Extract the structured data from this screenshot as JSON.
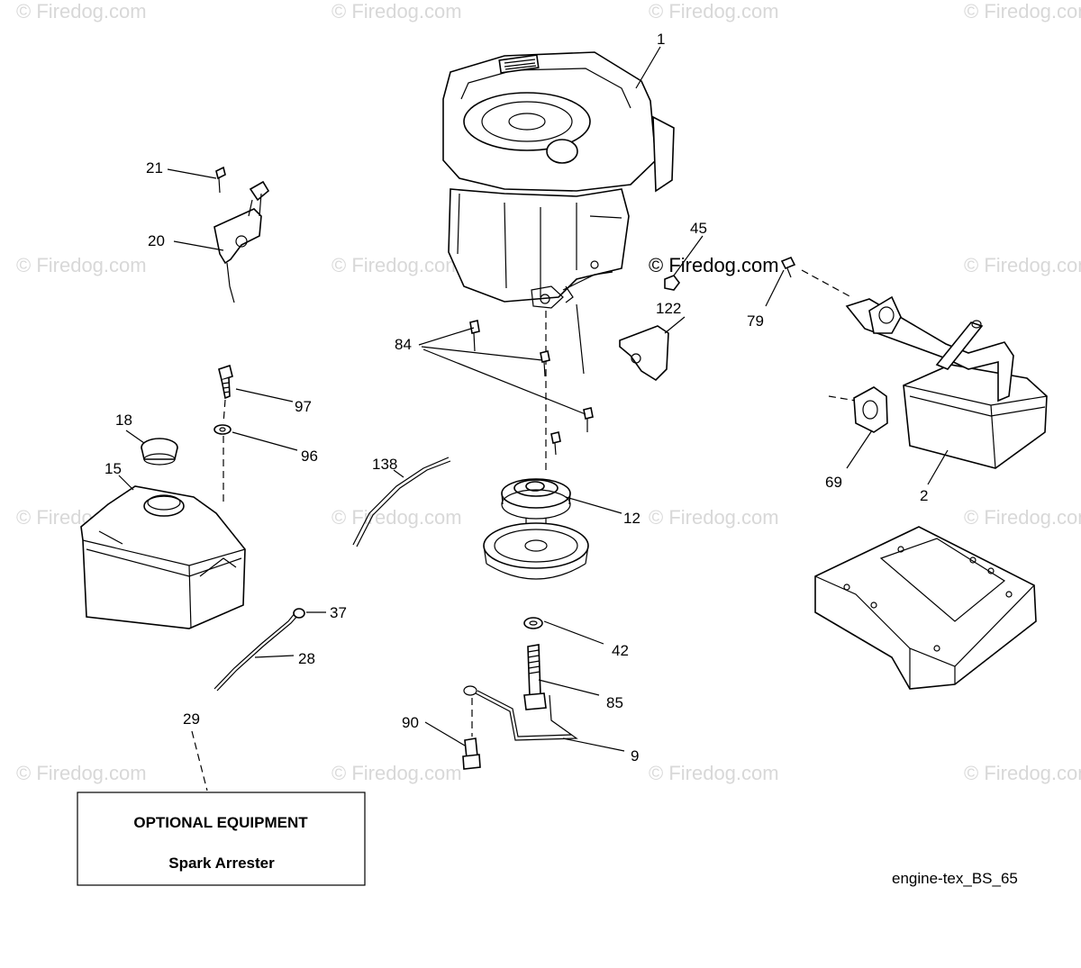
{
  "callouts": [
    {
      "id": "1",
      "text": "1"
    },
    {
      "id": "2",
      "text": "2"
    },
    {
      "id": "9",
      "text": "9"
    },
    {
      "id": "12",
      "text": "12"
    },
    {
      "id": "15",
      "text": "15"
    },
    {
      "id": "18",
      "text": "18"
    },
    {
      "id": "20",
      "text": "20"
    },
    {
      "id": "21",
      "text": "21"
    },
    {
      "id": "28",
      "text": "28"
    },
    {
      "id": "29",
      "text": "29"
    },
    {
      "id": "37",
      "text": "37"
    },
    {
      "id": "42",
      "text": "42"
    },
    {
      "id": "45",
      "text": "45"
    },
    {
      "id": "69",
      "text": "69"
    },
    {
      "id": "79",
      "text": "79"
    },
    {
      "id": "84",
      "text": "84"
    },
    {
      "id": "85",
      "text": "85"
    },
    {
      "id": "90",
      "text": "90"
    },
    {
      "id": "96",
      "text": "96"
    },
    {
      "id": "97",
      "text": "97"
    },
    {
      "id": "122",
      "text": "122"
    },
    {
      "id": "138",
      "text": "138"
    }
  ],
  "optional_box": {
    "title": "OPTIONAL EQUIPMENT",
    "item": "Spark Arrester"
  },
  "reference_code": "engine-tex_BS_65",
  "watermark": "© Firedog.com"
}
